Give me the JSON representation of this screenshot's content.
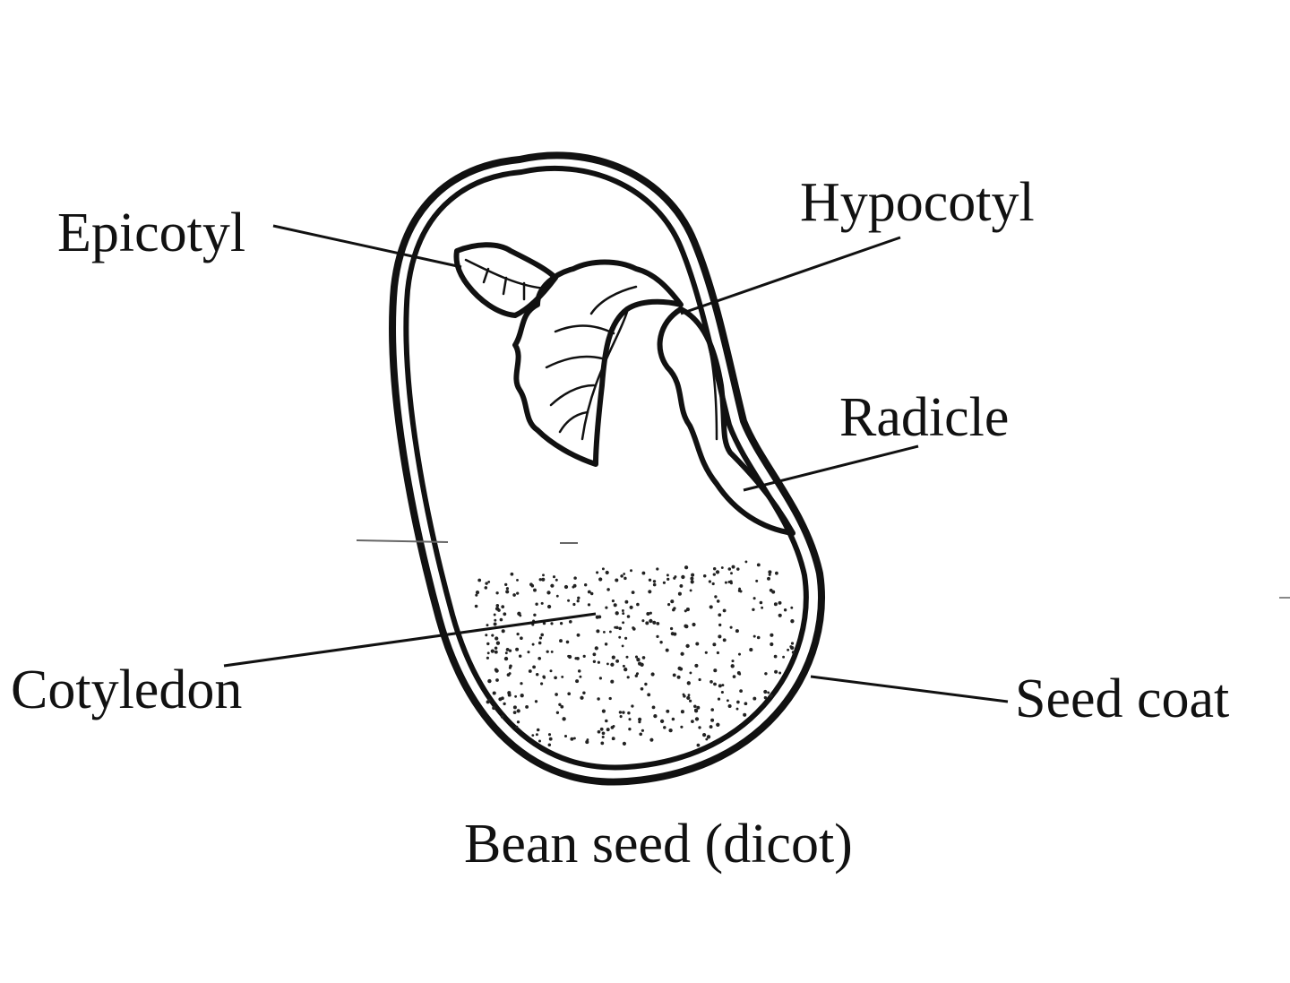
{
  "diagram": {
    "caption": "Bean seed (dicot)",
    "labels": {
      "epicotyl": "Epicotyl",
      "hypocotyl": "Hypocotyl",
      "radicle": "Radicle",
      "cotyledon": "Cotyledon",
      "seed_coat": "Seed coat"
    }
  }
}
